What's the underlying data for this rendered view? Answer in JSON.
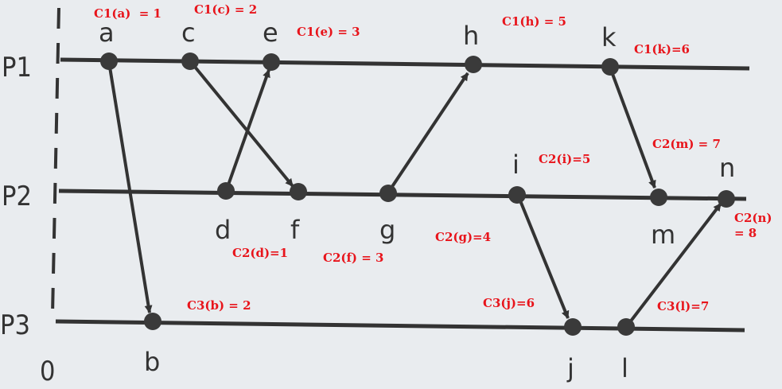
{
  "diagram": {
    "processes": [
      {
        "id": "P1",
        "label": "P1"
      },
      {
        "id": "P2",
        "label": "P2"
      },
      {
        "id": "P3",
        "label": "P3"
      }
    ],
    "origin_label": "0",
    "events": [
      {
        "id": "a",
        "label": "a",
        "process": "P1",
        "clock": "C1(a)  = 1"
      },
      {
        "id": "c",
        "label": "c",
        "process": "P1",
        "clock": "C1(c) = 2"
      },
      {
        "id": "e",
        "label": "e",
        "process": "P1",
        "clock": "C1(e) = 3"
      },
      {
        "id": "h",
        "label": "h",
        "process": "P1",
        "clock": "C1(h) = 5"
      },
      {
        "id": "k",
        "label": "k",
        "process": "P1",
        "clock": "C1(k)=6"
      },
      {
        "id": "d",
        "label": "d",
        "process": "P2",
        "clock": "C2(d)=1"
      },
      {
        "id": "f",
        "label": "f",
        "process": "P2",
        "clock": "C2(f) = 3"
      },
      {
        "id": "g",
        "label": "g",
        "process": "P2",
        "clock": "C2(g)=4"
      },
      {
        "id": "i",
        "label": "i",
        "process": "P2",
        "clock": "C2(i)=5"
      },
      {
        "id": "m",
        "label": "m",
        "process": "P2",
        "clock": "C2(m) = 7"
      },
      {
        "id": "n",
        "label": "n",
        "process": "P2",
        "clock": "C2(n)",
        "clock_line2": "= 8"
      },
      {
        "id": "b",
        "label": "b",
        "process": "P3",
        "clock": "C3(b) = 2"
      },
      {
        "id": "j",
        "label": "j",
        "process": "P3",
        "clock": "C3(j)=6"
      },
      {
        "id": "l",
        "label": "l",
        "process": "P3",
        "clock": "C3(l)=7"
      }
    ],
    "messages": [
      {
        "from": "a",
        "to": "b"
      },
      {
        "from": "c",
        "to": "f"
      },
      {
        "from": "d",
        "to": "e"
      },
      {
        "from": "g",
        "to": "h"
      },
      {
        "from": "k",
        "to": "m"
      },
      {
        "from": "i",
        "to": "j"
      },
      {
        "from": "l",
        "to": "n"
      }
    ],
    "colors": {
      "background": "#e9ecef",
      "line": "#333333",
      "event_dot": "#3a3a3a",
      "clock_text": "#e8141b"
    }
  }
}
